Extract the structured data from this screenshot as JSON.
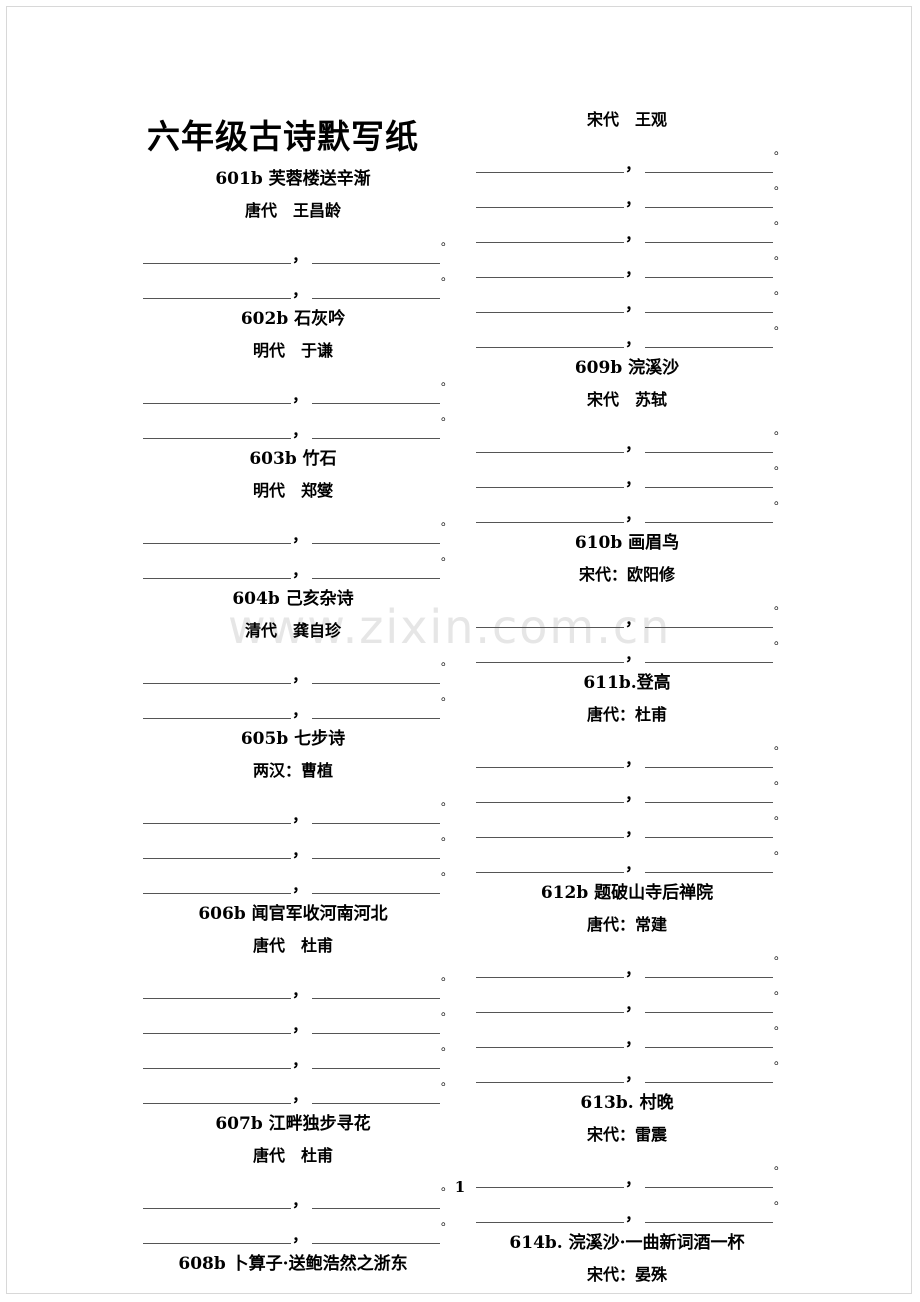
{
  "document": {
    "title": "六年级古诗默写纸",
    "page_number": "1",
    "watermark": "www.zixin.com.cn",
    "line_comma": "，",
    "line_period": "。"
  },
  "columns": {
    "left": [
      {
        "id": "601b",
        "title": "601b 芙蓉楼送辛渐",
        "author": "唐代　王昌龄",
        "lines": 2
      },
      {
        "id": "602b",
        "title": "602b 石灰吟",
        "author": "明代　于谦",
        "lines": 2
      },
      {
        "id": "603b",
        "title": "603b 竹石",
        "author": "明代　郑燮",
        "lines": 2
      },
      {
        "id": "604b",
        "title": "604b 己亥杂诗",
        "author": "清代　龚自珍",
        "lines": 2
      },
      {
        "id": "605b",
        "title": "605b 七步诗",
        "author": "两汉：曹植",
        "lines": 3
      },
      {
        "id": "606b",
        "title": "606b 闻官军收河南河北",
        "author": "唐代　杜甫",
        "lines": 4
      },
      {
        "id": "607b",
        "title": "607b 江畔独步寻花",
        "author": "唐代　杜甫",
        "lines": 2
      },
      {
        "id": "608b",
        "title": "608b 卜算子·送鲍浩然之浙东",
        "author": "",
        "lines": 0
      }
    ],
    "right": [
      {
        "id": "608b-cont",
        "title": "",
        "author": "宋代　王观",
        "lines": 6
      },
      {
        "id": "609b",
        "title": "609b 浣溪沙",
        "author": "宋代　苏轼",
        "lines": 3
      },
      {
        "id": "610b",
        "title": "610b 画眉鸟",
        "author": "宋代：欧阳修",
        "lines": 2
      },
      {
        "id": "611b",
        "title": "611b.登高",
        "author": "唐代：杜甫",
        "lines": 4
      },
      {
        "id": "612b",
        "title": "612b 题破山寺后禅院",
        "author": "唐代：常建",
        "lines": 4
      },
      {
        "id": "613b",
        "title": "613b. 村晚",
        "author": "宋代：雷震",
        "lines": 2
      },
      {
        "id": "614b",
        "title": "614b. 浣溪沙·一曲新词酒一杯",
        "author": "宋代：晏殊",
        "lines": 0
      }
    ]
  }
}
